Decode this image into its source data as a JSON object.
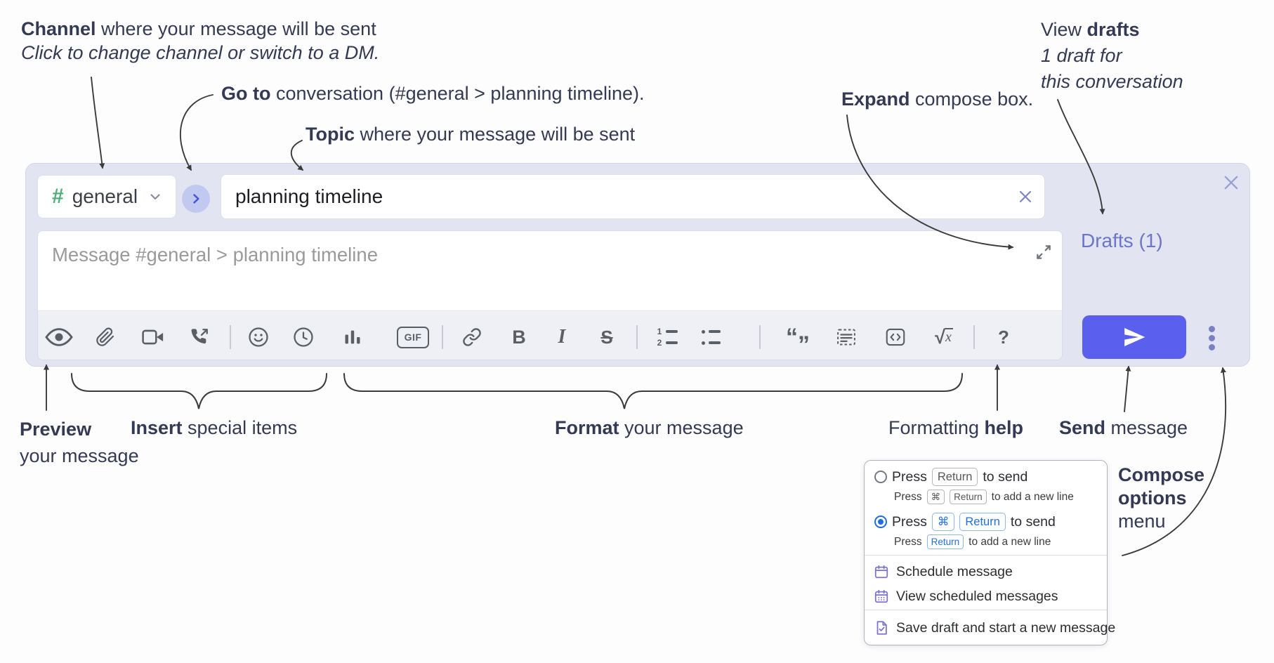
{
  "annotations": {
    "channel": {
      "bold": "Channel",
      "rest": " where your message will be sent",
      "sub": "Click to change channel or switch to a DM."
    },
    "goto": {
      "bold": "Go to",
      "rest": " conversation (#general > planning timeline)."
    },
    "topic": {
      "bold": "Topic",
      "rest": " where your message will be sent"
    },
    "expand": {
      "bold": "Expand",
      "rest": " compose box."
    },
    "drafts": {
      "pre": "View ",
      "bold": "drafts",
      "line2": "1 draft for",
      "line3": "this conversation"
    },
    "preview": {
      "bold": "Preview",
      "line2": "your message"
    },
    "insert": {
      "bold": "Insert",
      "rest": " special items"
    },
    "format": {
      "bold": "Format",
      "rest": " your message"
    },
    "help": {
      "pre": "Formatting ",
      "bold": "help"
    },
    "send": {
      "bold": "Send",
      "rest": " message"
    },
    "compose_menu": {
      "line1": "Compose",
      "line2": "options",
      "line3": "menu"
    }
  },
  "compose": {
    "hash": "#",
    "channel_name": "general",
    "topic_value": "planning timeline",
    "message_placeholder": "Message #general > planning timeline",
    "drafts_link": "Drafts (1)",
    "toolbar": {
      "gif": "GIF",
      "bold": "B",
      "italic": "I",
      "strike": "S",
      "ol1": "1",
      "ol2": "2",
      "quote_open": "“",
      "quote_close": "”",
      "sqrt": "√",
      "math_x": "x",
      "help": "?"
    },
    "toolbar_icon_names": [
      "preview-eye",
      "attach-file",
      "video-call",
      "audio-call",
      "emoji",
      "time",
      "poll",
      "gif",
      "link",
      "bold",
      "italic",
      "strikethrough",
      "numbered-list",
      "bulleted-list",
      "quote",
      "spoiler",
      "code",
      "math",
      "formatting-help"
    ]
  },
  "popup": {
    "opt1": {
      "press": "Press",
      "key": "Return",
      "suffix": "to send"
    },
    "opt1_sub": {
      "press": "Press",
      "key1": "⌘",
      "key2": "Return",
      "suffix": "to add a new line"
    },
    "opt2": {
      "press": "Press",
      "key1": "⌘",
      "key2": "Return",
      "suffix": "to send"
    },
    "opt2_sub": {
      "press": "Press",
      "key": "Return",
      "suffix": "to add a new line"
    },
    "schedule": "Schedule message",
    "view_scheduled": "View scheduled messages",
    "save_draft": "Save draft and start a new message"
  },
  "colors": {
    "container_bg": "#e2e4f1",
    "send_accent": "#5a5fee",
    "drafts_link": "#6b76c8",
    "hash_green": "#4fae77",
    "goto_chevron": "#4655d8",
    "kbd_blue": "#2470dd",
    "radio_blue": "#1d6fe0",
    "menu_icon_purple": "#7b72cc",
    "annotation_text": "#343a53"
  }
}
